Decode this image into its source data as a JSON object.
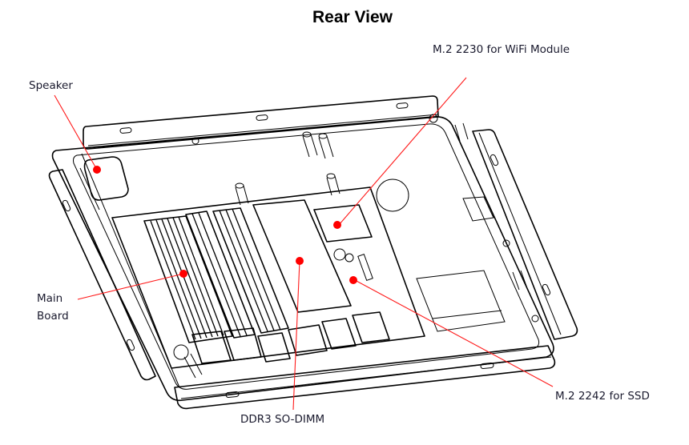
{
  "title": "Rear View",
  "callouts": [
    {
      "id": "speaker",
      "label": "Speaker"
    },
    {
      "id": "wifi",
      "label": "M.2 2230 for WiFi Module"
    },
    {
      "id": "mainboard",
      "label_line1": "Main",
      "label_line2": "Board"
    },
    {
      "id": "sodimm",
      "label": "DDR3 SO-DIMM"
    },
    {
      "id": "ssd",
      "label": "M.2 2242 for SSD"
    }
  ],
  "colors": {
    "callout": "#ff0000",
    "outline": "#000000"
  }
}
